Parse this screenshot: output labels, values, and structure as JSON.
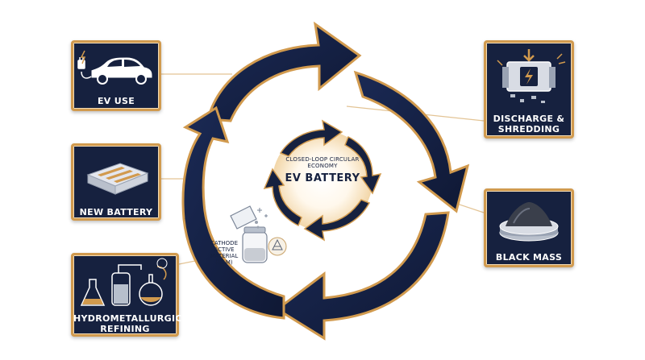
{
  "center": {
    "subtitle": "CLOSED-LOOP CIRCULAR ECONOMY",
    "title": "EV BATTERY"
  },
  "stages": {
    "ev_use": "EV USE",
    "discharge": "DISCHARGE & SHREDDING",
    "black_mass": "BLACK MASS",
    "hydromet": "HYDROMETALLURGICAL REFINING",
    "new_battery": "NEW BATTERY"
  },
  "intermediate": {
    "cam_label": "CATHODE ACTIVE MATERIAL (CAM)"
  },
  "colors": {
    "navy": "#16213f",
    "gold": "#d19a4e",
    "light_gold": "#f3dcb6"
  }
}
